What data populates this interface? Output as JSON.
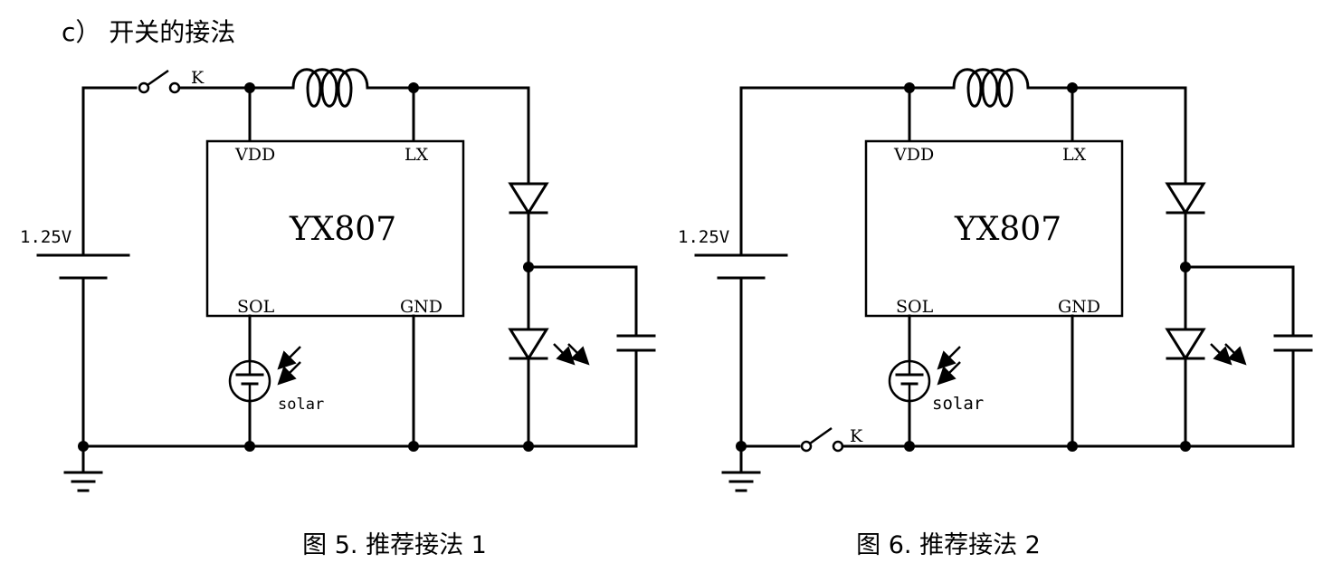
{
  "heading": "c） 开关的接法",
  "diagrams": [
    {
      "caption": "图 5. 推荐接法 1",
      "chip_name": "YX807",
      "pins": {
        "vdd": "VDD",
        "lx": "LX",
        "sol": "SOL",
        "gnd": "GND"
      },
      "battery_label": "1.25V",
      "switch_label": "K",
      "solar_label": "solar"
    },
    {
      "caption": "图 6. 推荐接法 2",
      "chip_name": "YX807",
      "pins": {
        "vdd": "VDD",
        "lx": "LX",
        "sol": "SOL",
        "gnd": "GND"
      },
      "battery_label": "1.25V",
      "switch_label": "K",
      "solar_label": "solar"
    }
  ]
}
